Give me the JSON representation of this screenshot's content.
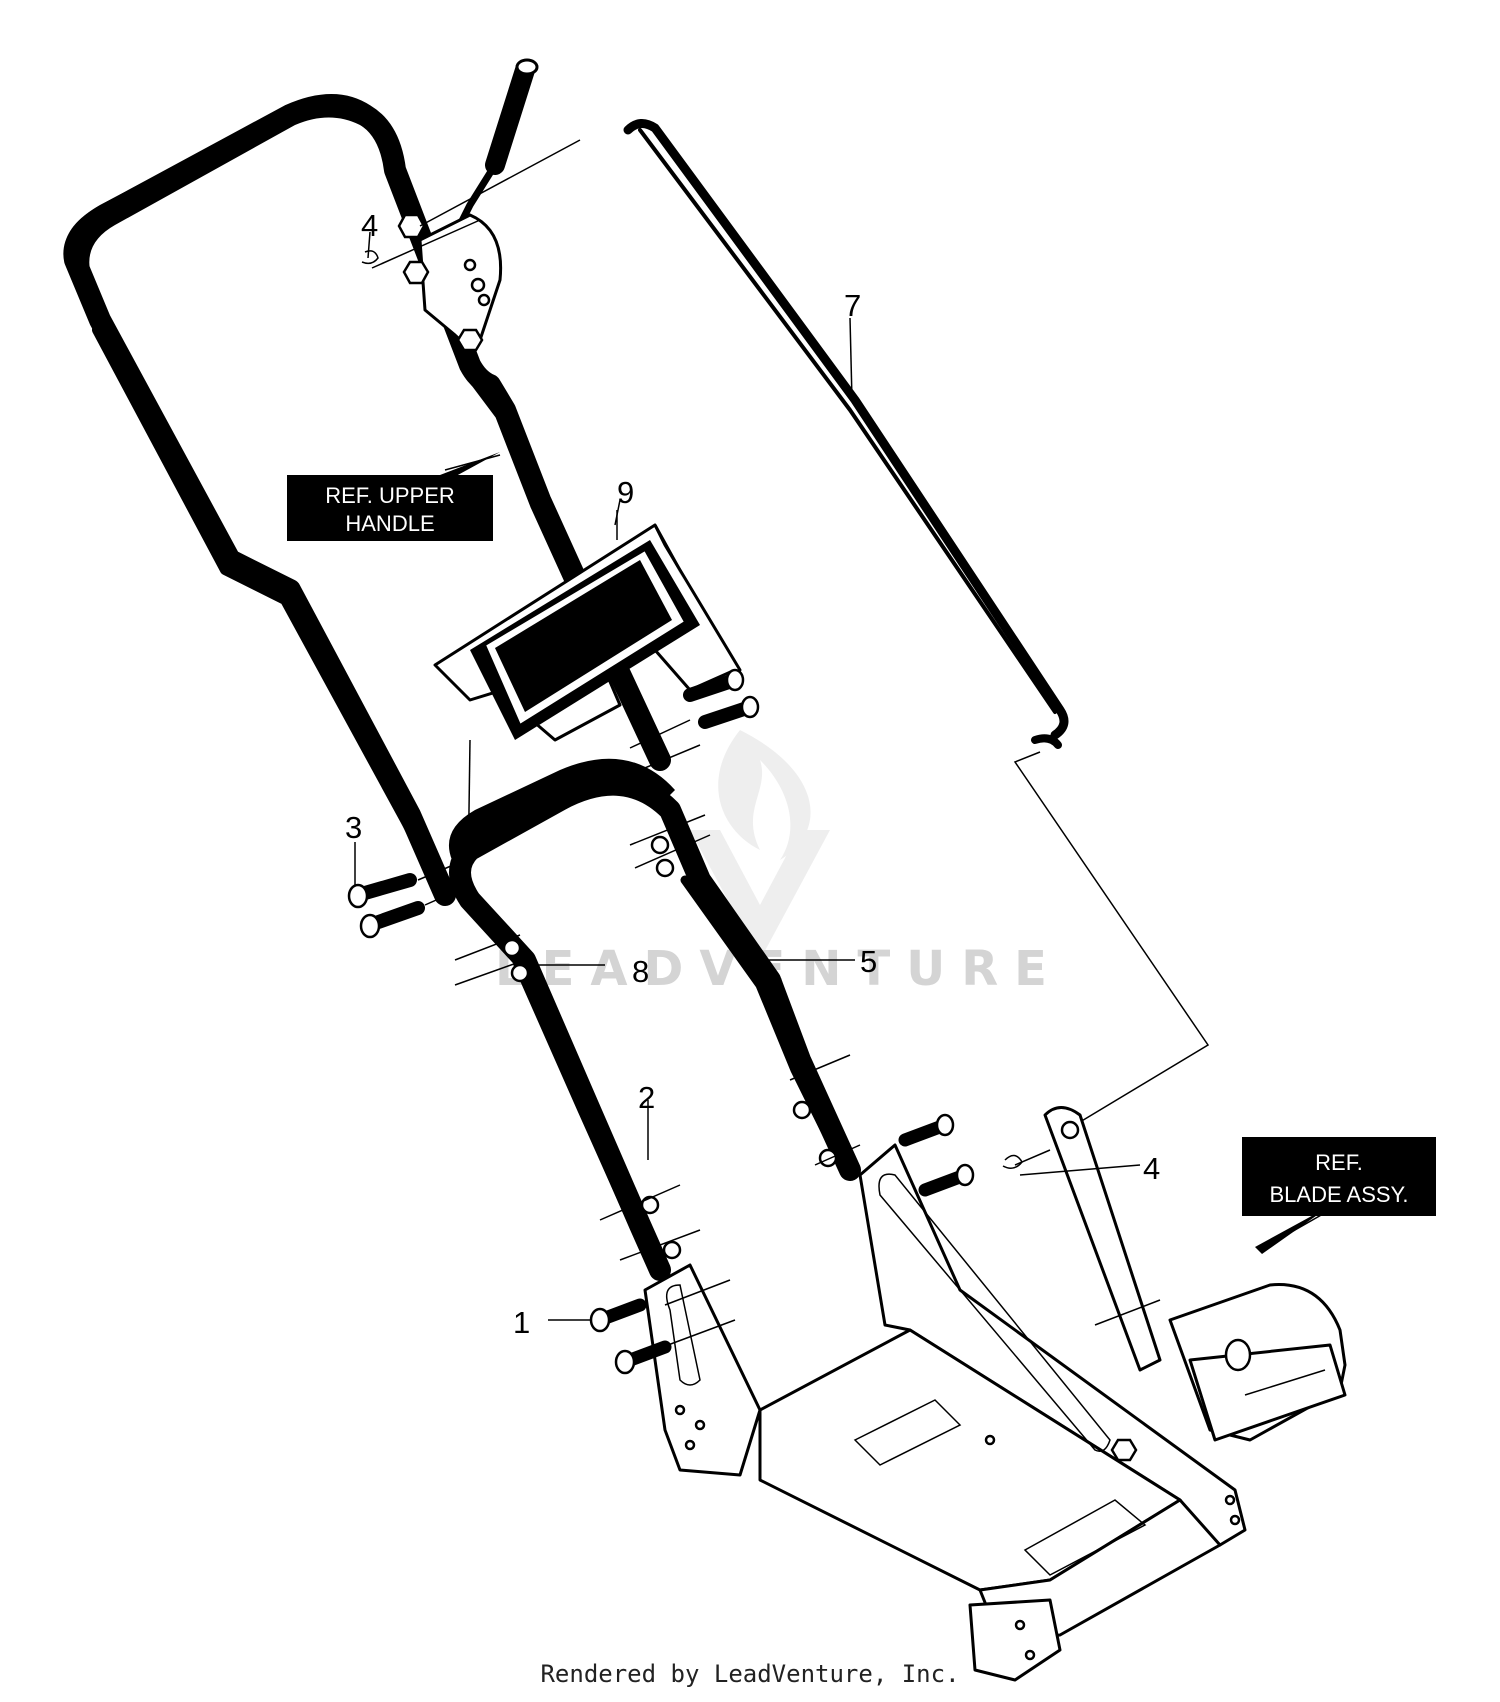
{
  "callouts": {
    "c1": "1",
    "c2": "2",
    "c3": "3",
    "c4_top": "4",
    "c4_right": "4",
    "c5": "5",
    "c7": "7",
    "c8": "8",
    "c9": "9"
  },
  "refs": {
    "upper_handle_line1": "REF. UPPER",
    "upper_handle_line2": "HANDLE",
    "blade_assy_line1": "REF.",
    "blade_assy_line2": "BLADE ASSY."
  },
  "watermark": "LEADVENTURE",
  "footer": "Rendered by LeadVenture, Inc."
}
